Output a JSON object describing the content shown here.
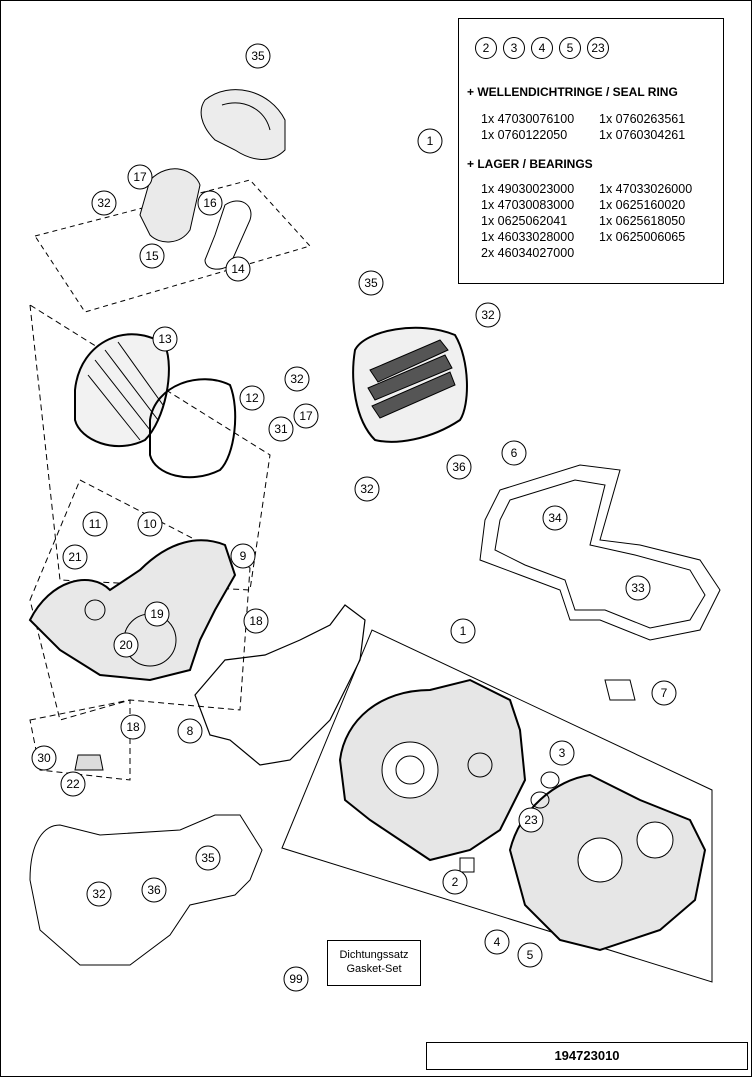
{
  "legend": {
    "kit_numbers": [
      "2",
      "3",
      "4",
      "5",
      "23"
    ],
    "kit_callout": "1",
    "seal_heading": "+ WELLENDICHTRINGE / SEAL RING",
    "seal_rows": [
      [
        "1x 47030076100",
        "1x 0760263561"
      ],
      [
        "1x 0760122050",
        "1x 0760304261"
      ]
    ],
    "bearing_heading": "+ LAGER / BEARINGS",
    "bearing_rows": [
      [
        "1x 49030023000",
        "1x 47033026000"
      ],
      [
        "1x 47030083000",
        "1x 0625160020"
      ],
      [
        "1x 0625062041",
        "1x 0625618050"
      ],
      [
        "1x 46033028000",
        "1x 0625006065"
      ],
      [
        "2x 46034027000",
        ""
      ]
    ]
  },
  "callouts": {
    "c35_top": "35",
    "c17a": "17",
    "c32a": "32",
    "c16": "16",
    "c15": "15",
    "c14": "14",
    "c13": "13",
    "c12": "12",
    "c35_cover": "35",
    "c32_cover_a": "32",
    "c32_cover_b": "32",
    "c31": "31",
    "c17b": "17",
    "c36_cover": "36",
    "c32_cover_c": "32",
    "c1_legend": "1",
    "c6": "6",
    "c34": "34",
    "c33": "33",
    "c11": "11",
    "c10": "10",
    "c21": "21",
    "c9": "9",
    "c19": "19",
    "c18a": "18",
    "c20": "20",
    "c18b": "18",
    "c8": "8",
    "c30": "30",
    "c22": "22",
    "c1_case": "1",
    "c7": "7",
    "c3": "3",
    "c23": "23",
    "c2": "2",
    "c4": "4",
    "c5": "5",
    "c35_bottom": "35",
    "c32_bottom": "32",
    "c36_bottom": "36",
    "c99": "99"
  },
  "gasket_set": {
    "line1": "Dichtungssatz",
    "line2": "Gasket-Set"
  },
  "drawing_id": "194723010"
}
